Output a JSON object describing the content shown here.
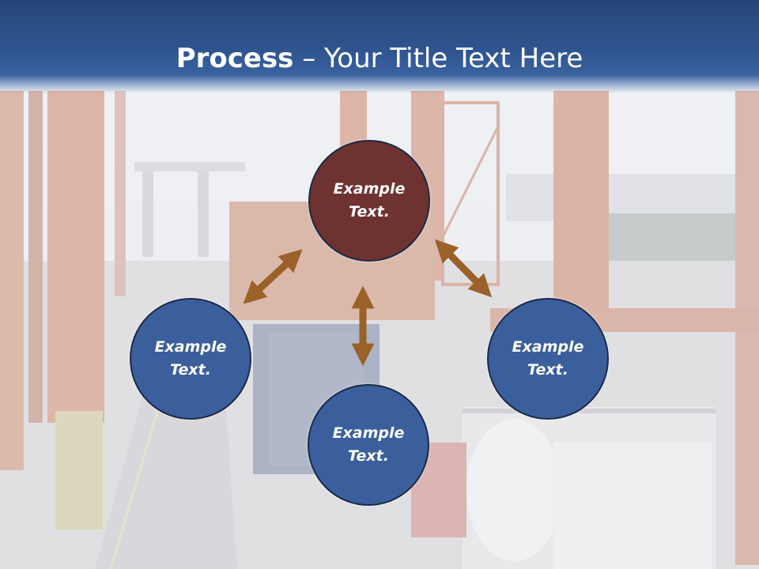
{
  "title": {
    "bold": "Process",
    "rest": " – Your Title Text Here"
  },
  "nodes": [
    {
      "id": "top",
      "label": "Example\nText."
    },
    {
      "id": "left",
      "label": "Example\nText."
    },
    {
      "id": "right",
      "label": "Example\nText."
    },
    {
      "id": "bottom",
      "label": "Example\nText."
    }
  ],
  "colors": {
    "title_bar": "#2f5590",
    "node_blue": "#3a5f9c",
    "node_center": "#6e3230",
    "arrow": "#9a6128"
  }
}
